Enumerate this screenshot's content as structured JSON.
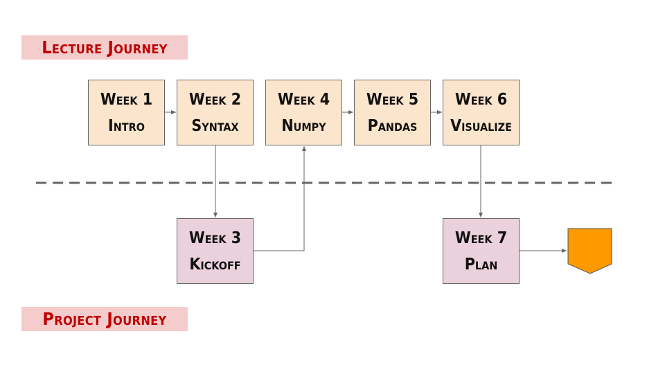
{
  "lanes": {
    "lecture": "Lecture Journey",
    "project": "Project Journey"
  },
  "nodes": {
    "w1": {
      "line1": "Week 1",
      "line2": "Intro"
    },
    "w2": {
      "line1": "Week 2",
      "line2": "Syntax"
    },
    "w3": {
      "line1": "Week 3",
      "line2": "Kickoff"
    },
    "w4": {
      "line1": "Week 4",
      "line2": "Numpy"
    },
    "w5": {
      "line1": "Week 5",
      "line2": "Pandas"
    },
    "w6": {
      "line1": "Week 6",
      "line2": "Visualize"
    },
    "w7": {
      "line1": "Week 7",
      "line2": "Plan"
    }
  },
  "colors": {
    "lecture_fill": "#fce5cd",
    "project_fill": "#ead1dc",
    "label_fill": "#f4cccc",
    "label_text": "#c00000",
    "next_marker": "#ff9900",
    "connector": "#666666"
  },
  "edges": [
    {
      "from": "w1",
      "to": "w2"
    },
    {
      "from": "w2",
      "to": "w3"
    },
    {
      "from": "w3",
      "to": "w4"
    },
    {
      "from": "w4",
      "to": "w5"
    },
    {
      "from": "w5",
      "to": "w6"
    },
    {
      "from": "w6",
      "to": "w7"
    },
    {
      "from": "w7",
      "to": "next"
    }
  ]
}
